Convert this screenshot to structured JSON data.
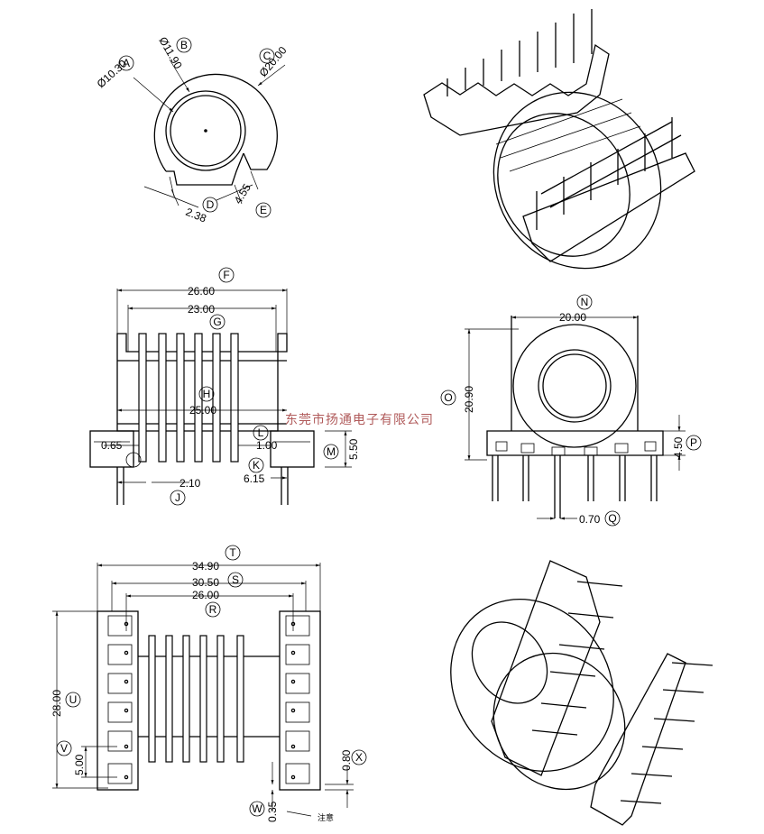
{
  "watermark": "东莞市扬通电子有限公司",
  "note": "注意",
  "dimensions": {
    "A": "Ø10.30",
    "B": "Ø11.90",
    "C": "Ø20.00",
    "D": "2.38",
    "E": "4.55",
    "F": "26.60",
    "G": "23.00",
    "H": "25.00",
    "I": "0.65",
    "J": "2.10",
    "K": "6.15",
    "L": "1.00",
    "M": "5.50",
    "N": "20.00",
    "O": "20.90",
    "P": "4.50",
    "Q": "0.70",
    "R": "26.00",
    "S": "30.50",
    "T": "34.90",
    "U": "28.00",
    "V": "5.00",
    "W": "0.35",
    "X": "0.80"
  },
  "labels": [
    "A",
    "B",
    "C",
    "D",
    "E",
    "F",
    "G",
    "H",
    "I",
    "J",
    "K",
    "L",
    "M",
    "N",
    "O",
    "P",
    "Q",
    "R",
    "S",
    "T",
    "U",
    "V",
    "W",
    "X"
  ]
}
